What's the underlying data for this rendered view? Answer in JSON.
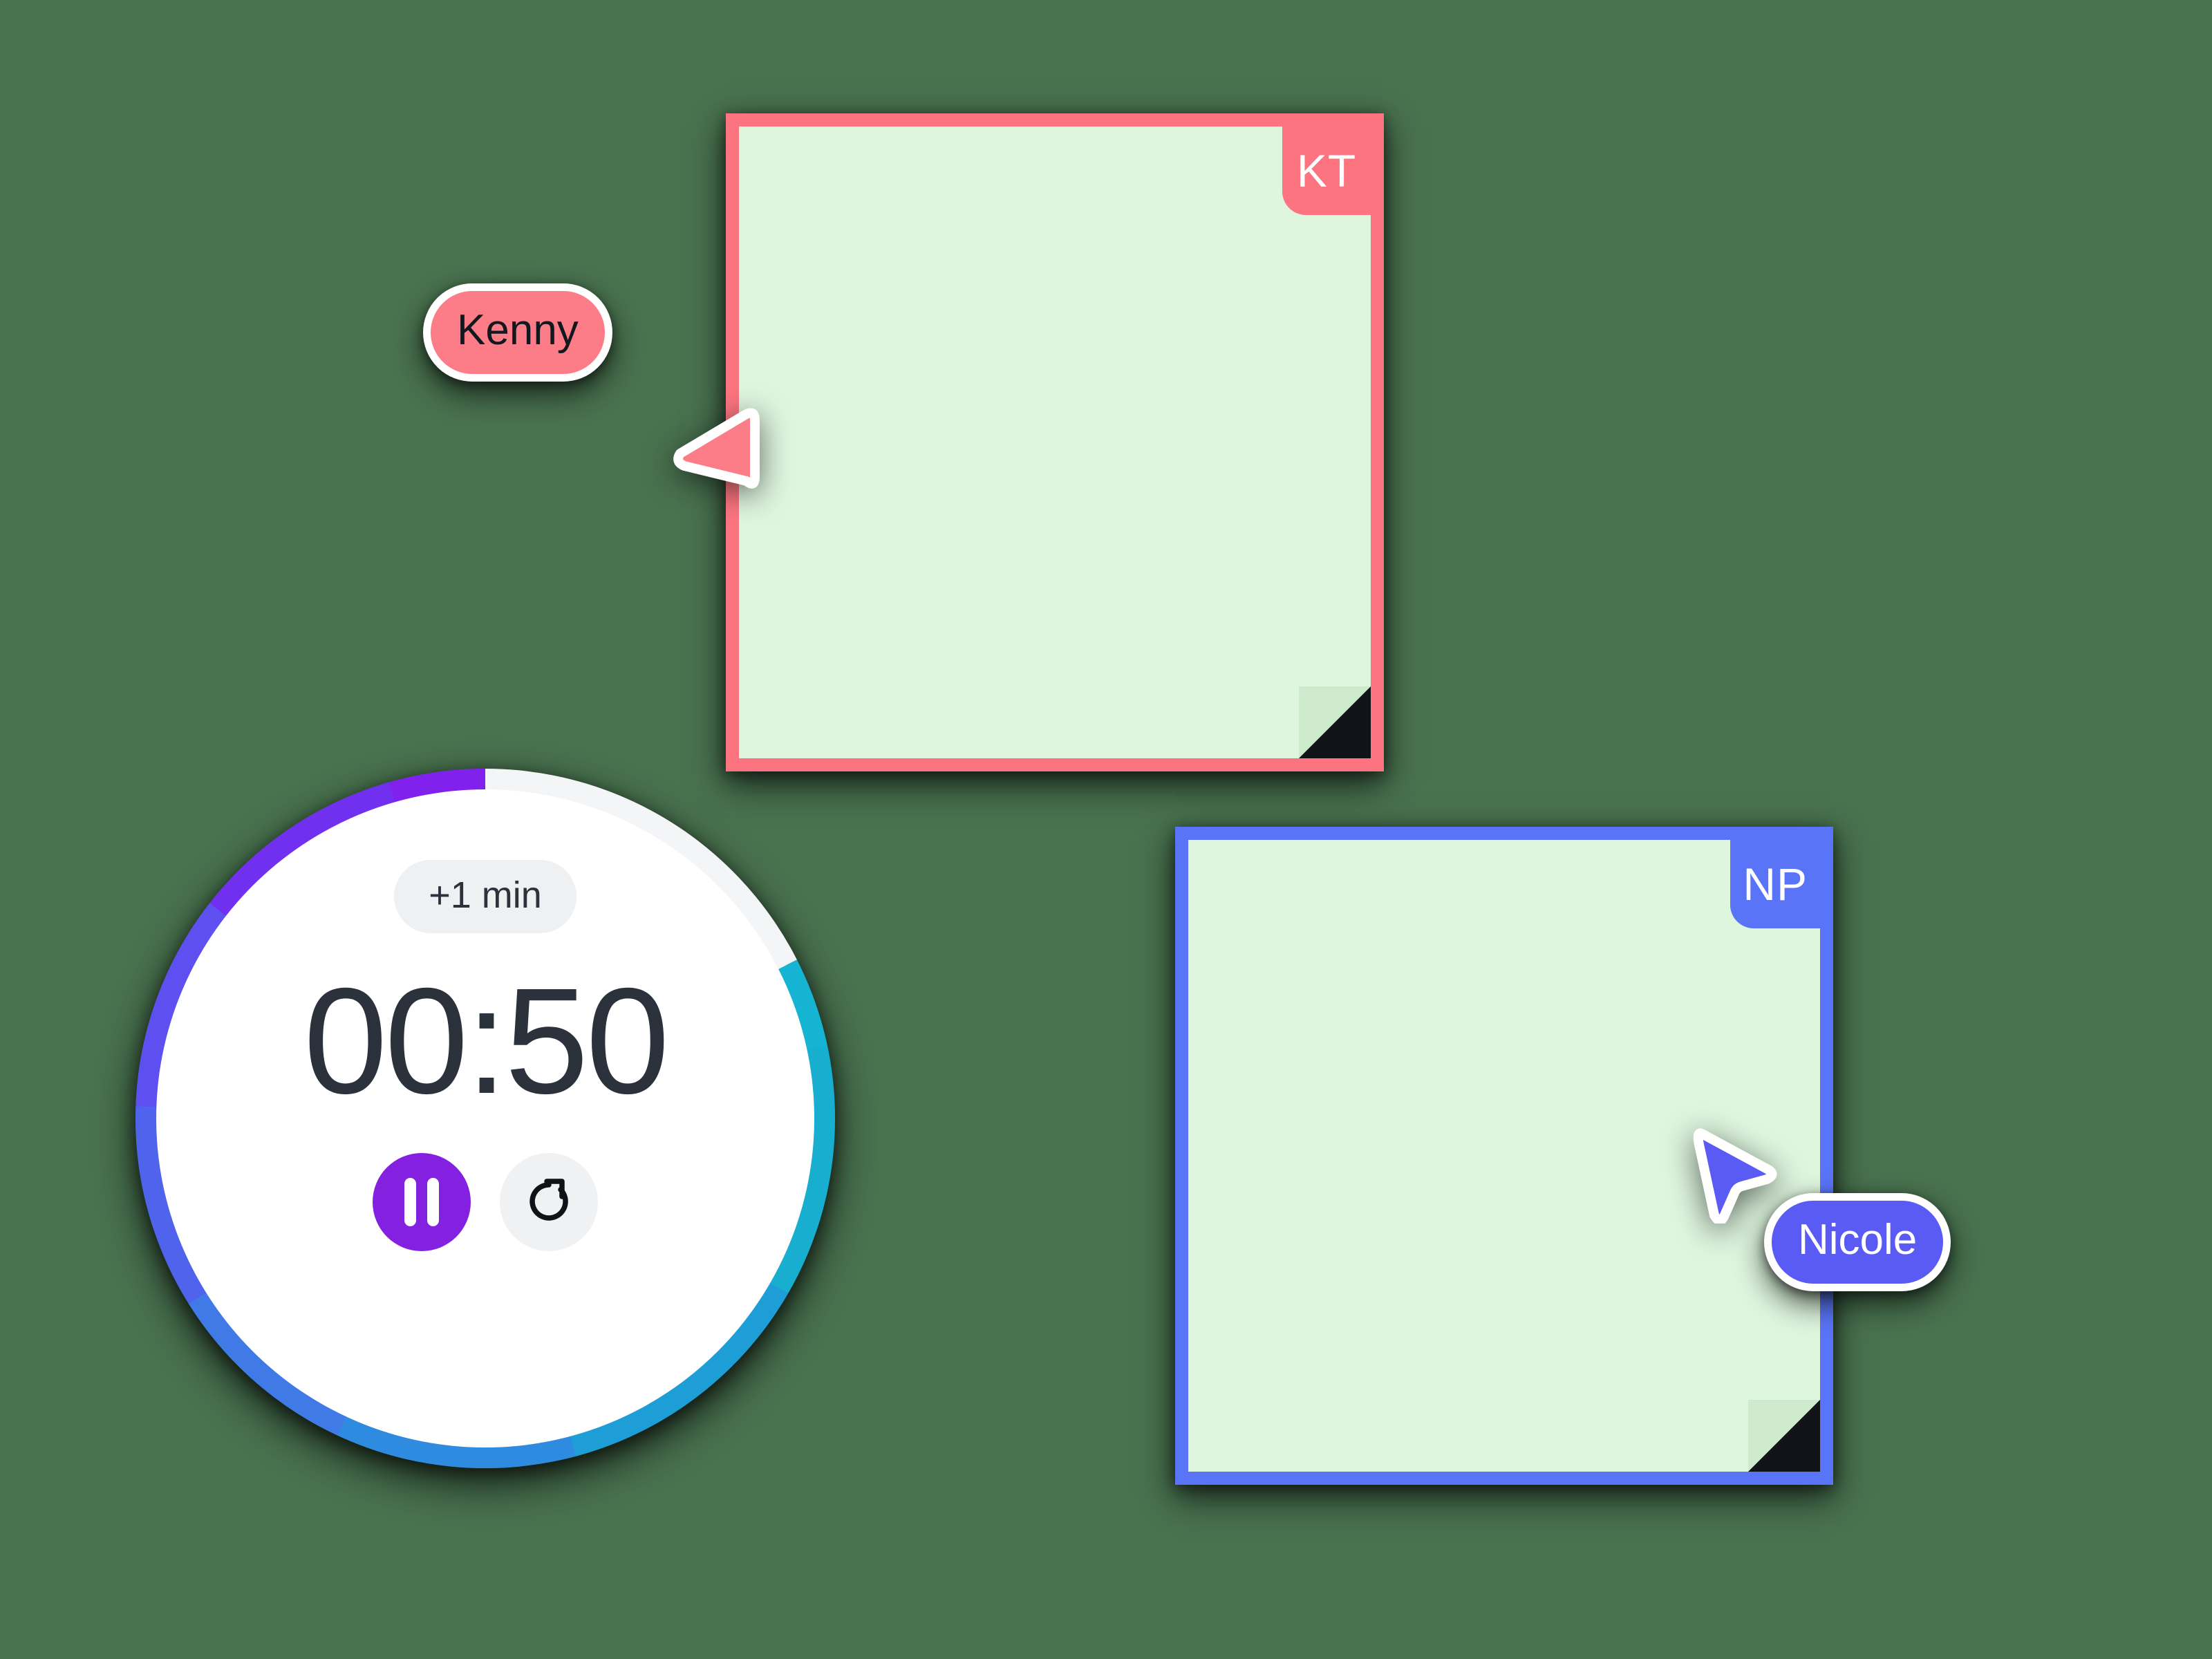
{
  "canvas": {
    "background_color": "#49724F"
  },
  "cards": [
    {
      "id": "kenny-note",
      "owner": "Kenny",
      "initials": "KT",
      "accent_color": "#FC7480",
      "surface_color": "#DEF5DE"
    },
    {
      "id": "nicole-note",
      "owner": "Nicole",
      "initials": "NP",
      "accent_color": "#5A74F8",
      "surface_color": "#DEF5DE"
    }
  ],
  "cursors": [
    {
      "id": "kenny-cursor",
      "name": "Kenny",
      "color": "#FC7D87",
      "label_text_color": "#13181F"
    },
    {
      "id": "nicole-cursor",
      "name": "Nicole",
      "color": "#5A5BF5",
      "label_text_color": "#FFFFFF"
    }
  ],
  "timer": {
    "remaining": "00:50",
    "add_time_label": "+1 min",
    "pause_icon": "pause-icon",
    "reset_icon": "reset-icon",
    "pause_color": "#8421E0",
    "reset_color": "#F0F1F3",
    "track_color": "#F4F5F7",
    "progress_start_color": "#8021EE",
    "progress_end_color": "#14B4D2"
  }
}
